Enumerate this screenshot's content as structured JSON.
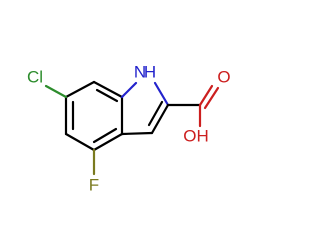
{
  "molecule": {
    "atoms": {
      "chlorine": {
        "text": "Cl",
        "color": "#2c8c2c"
      },
      "fluorine": {
        "text": "F",
        "color": "#7a7a1f"
      },
      "nitrogen": {
        "text": "N",
        "color": "#2323cc"
      },
      "hydrogen_on_n": {
        "text": "H",
        "color": "#2323cc"
      },
      "carbonyl_oxygen": {
        "text": "O",
        "color": "#cc1f1f"
      },
      "hydroxyl": {
        "text": "OH",
        "color": "#cc1f1f"
      }
    },
    "bond_color": "#000000",
    "background": "#ffffff"
  }
}
